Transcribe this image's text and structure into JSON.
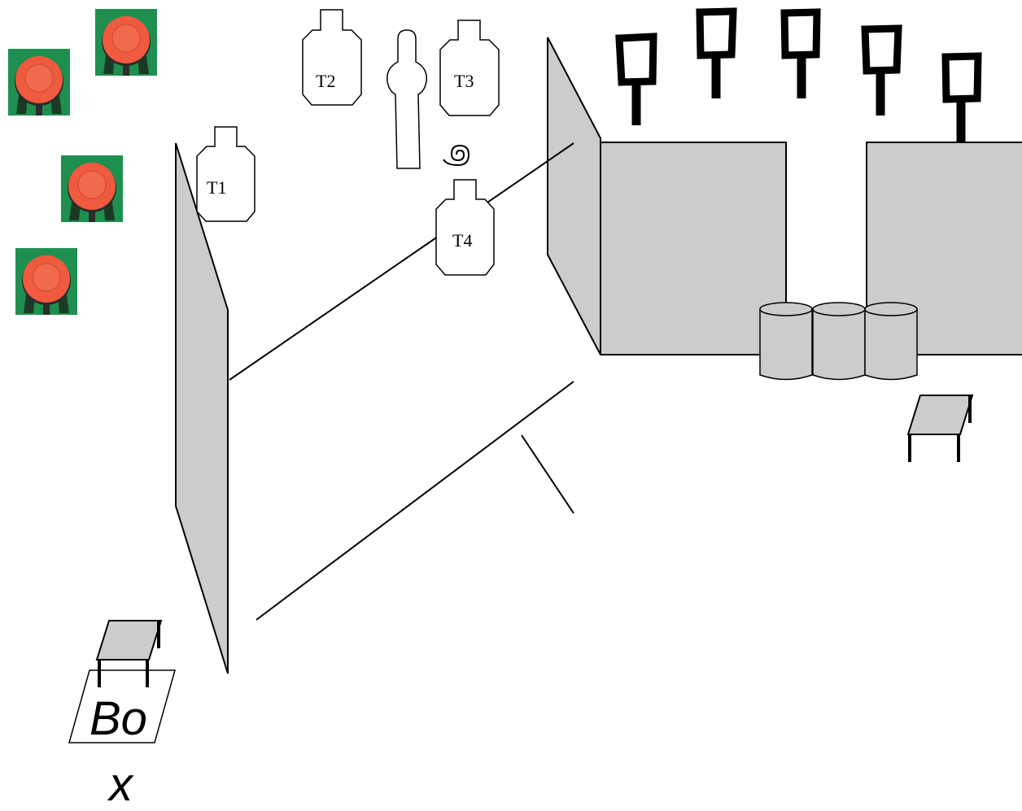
{
  "stage": {
    "targets": [
      {
        "id": "T1",
        "label": "T1"
      },
      {
        "id": "T2",
        "label": "T2"
      },
      {
        "id": "T3",
        "label": "T3"
      },
      {
        "id": "T4",
        "label": "T4"
      }
    ],
    "box_label": "Bo",
    "box_label_2": "x"
  },
  "colors": {
    "wall_fill": "#cccccc",
    "line": "#000000",
    "plate_background": "#1f8f4f",
    "plate_face": "#f05a3e"
  },
  "icons": {
    "steel_plate": "steel-plate-icon",
    "paper_target": "idpa-target-icon",
    "popper": "popper-icon",
    "swinger": "swinger-icon",
    "barrel": "barrel-icon",
    "table": "table-icon",
    "shooting_box": "shooting-box-icon",
    "steel_post": "steel-post-target-icon"
  }
}
